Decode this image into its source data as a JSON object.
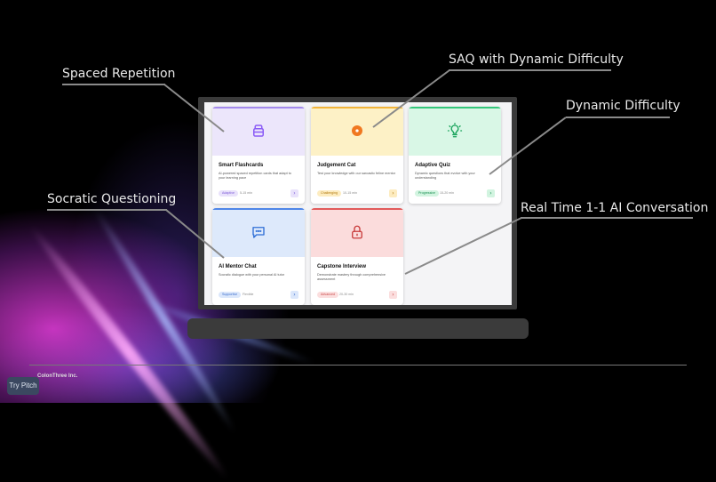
{
  "annotations": {
    "spaced_repetition": "Spaced Repetition",
    "saq": "SAQ with Dynamic Difficulty",
    "dynamic_difficulty": "Dynamic Difficulty",
    "socratic": "Socratic Questioning",
    "realtime": "Real Time 1-1 AI Conversation"
  },
  "cards": [
    {
      "title": "Smart Flashcards",
      "description": "AI-powered spaced repetition cards that adapt to your learning pace",
      "badge": "Adaptive",
      "time": "5-15 min",
      "icon": "box-icon",
      "colors": {
        "head": "#ece6fb",
        "accent": "#a48bec",
        "icon": "#8b5cf6",
        "badge_bg": "#e9e2fb",
        "badge_fg": "#7c5ad8"
      }
    },
    {
      "title": "Judgement Cat",
      "description": "Test your knowledge with our sarcastic feline mentor",
      "badge": "Challenging",
      "time": "10-15 min",
      "icon": "target-icon",
      "colors": {
        "head": "#fdf1c6",
        "accent": "#f2b53b",
        "icon": "#f07820",
        "badge_bg": "#fdecc0",
        "badge_fg": "#b27a10"
      }
    },
    {
      "title": "Adaptive Quiz",
      "description": "Dynamic questions that evolve with your understanding",
      "badge": "Progressive",
      "time": "15-20 min",
      "icon": "lightbulb-icon",
      "colors": {
        "head": "#d9f7e6",
        "accent": "#34c77b",
        "icon": "#17a35a",
        "badge_bg": "#d2f4e0",
        "badge_fg": "#1a8f52"
      }
    },
    {
      "title": "AI Mentor Chat",
      "description": "Socratic dialogue with your personal AI tutor",
      "badge": "Supportive",
      "time": "Flexible",
      "icon": "chat-icon",
      "colors": {
        "head": "#dde9fb",
        "accent": "#4f86e8",
        "icon": "#2f6fd6",
        "badge_bg": "#dbe7fb",
        "badge_fg": "#3a6ccc"
      }
    },
    {
      "title": "Capstone Interview",
      "description": "Demonstrate mastery through comprehensive assessment",
      "badge": "Advanced",
      "time": "20-30 min",
      "icon": "lock-icon",
      "colors": {
        "head": "#fbdcdc",
        "accent": "#e25b5b",
        "icon": "#c93c3c",
        "badge_bg": "#fbdede",
        "badge_fg": "#c94848"
      }
    }
  ],
  "arrow_glyph": "›",
  "footer": {
    "company": "ColonThree Inc.",
    "try_pitch": "Try Pitch"
  }
}
